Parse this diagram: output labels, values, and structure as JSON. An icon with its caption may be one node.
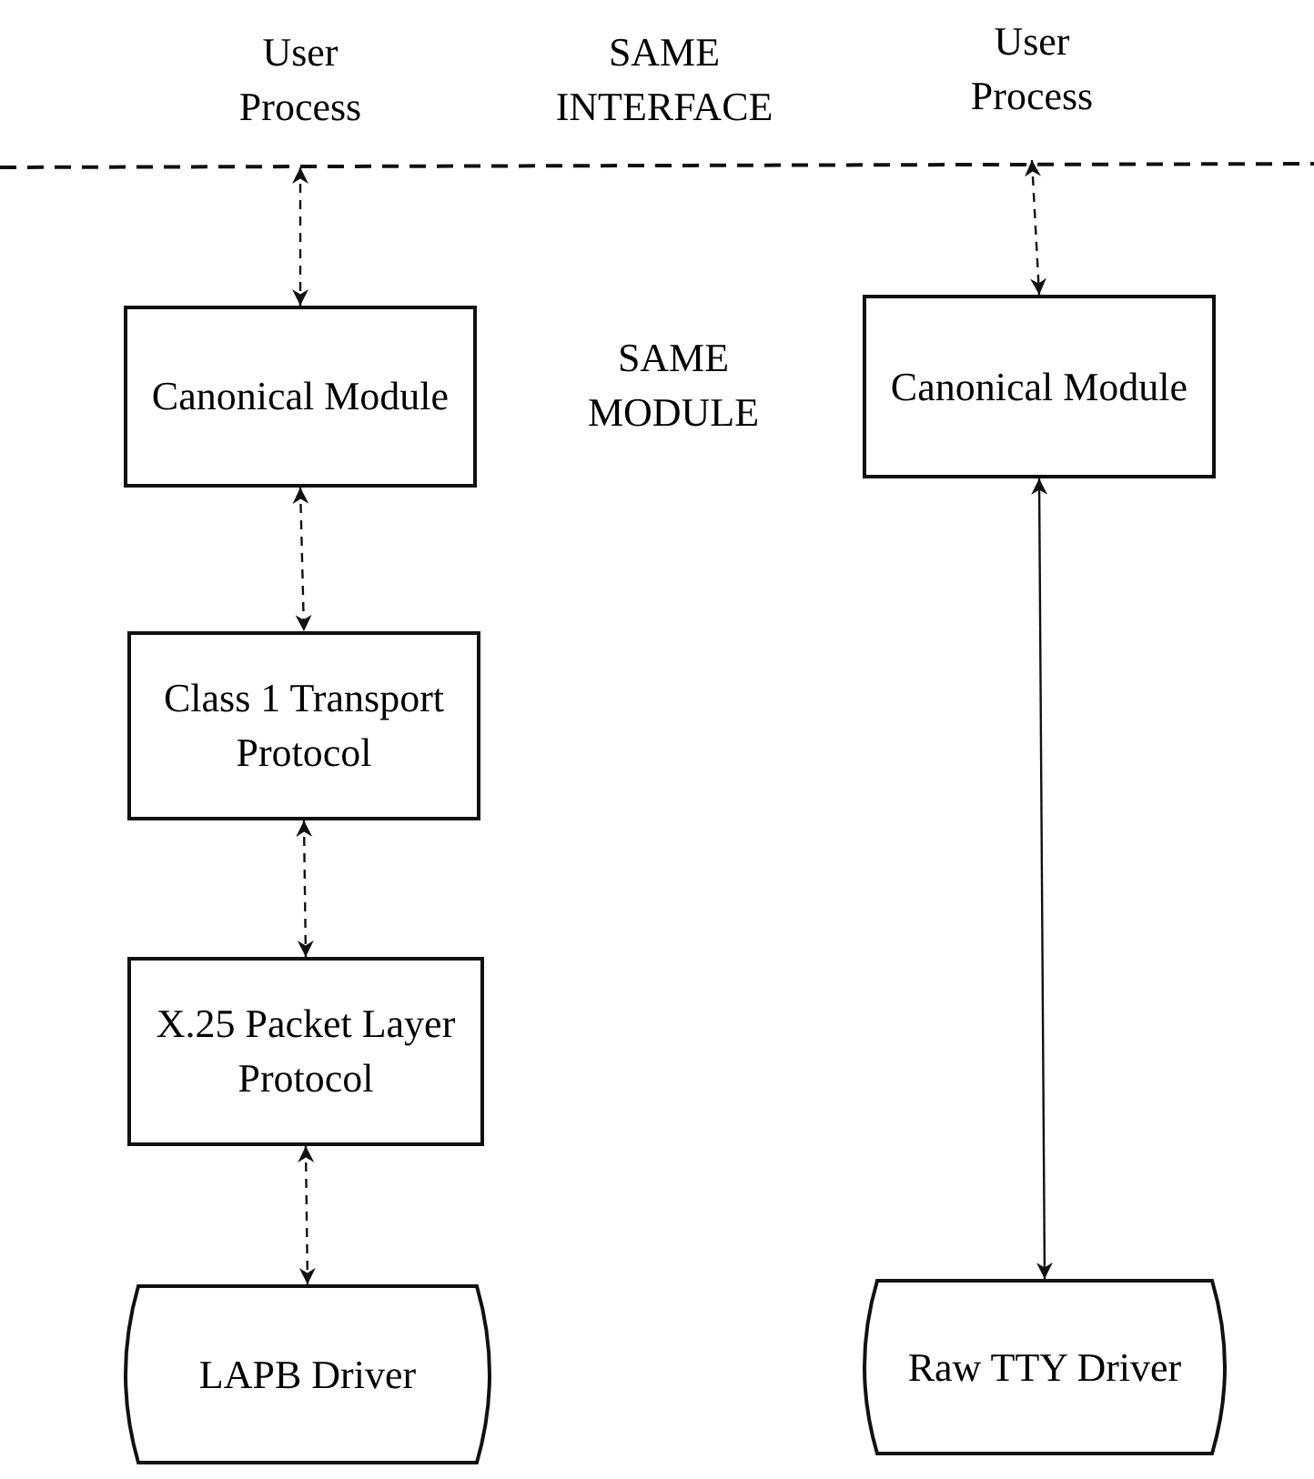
{
  "diagram": {
    "nodes": [
      {
        "text": [
          "User Process"
        ]
      },
      {
        "text": [
          "User Process"
        ]
      },
      {
        "text": [
          "Canonical Module"
        ]
      },
      {
        "text": [
          "Canonical Module"
        ]
      },
      {
        "text": [
          "Class 1 Transport Protocol"
        ]
      },
      {
        "text": [
          "X.25 Packet Layer Protocol"
        ]
      },
      {
        "text": [
          "LAPB Driver"
        ]
      },
      {
        "text": [
          "Raw TTY Driver"
        ]
      }
    ],
    "edges": [
      {
        "from": 0,
        "to": 2,
        "arrow": "both",
        "style": "dashed"
      },
      {
        "from": 1,
        "to": 3,
        "arrow": "both",
        "style": "dashed"
      },
      {
        "from": 2,
        "to": 4,
        "arrow": "both",
        "style": "dashed"
      },
      {
        "from": 4,
        "to": 5,
        "arrow": "both",
        "style": "dashed"
      },
      {
        "from": 5,
        "to": 6,
        "arrow": "both",
        "style": "dashed"
      },
      {
        "from": 3,
        "to": 7,
        "arrow": "both"
      }
    ],
    "labels": [
      "SAME INTERFACE",
      "SAME MODULE"
    ]
  }
}
